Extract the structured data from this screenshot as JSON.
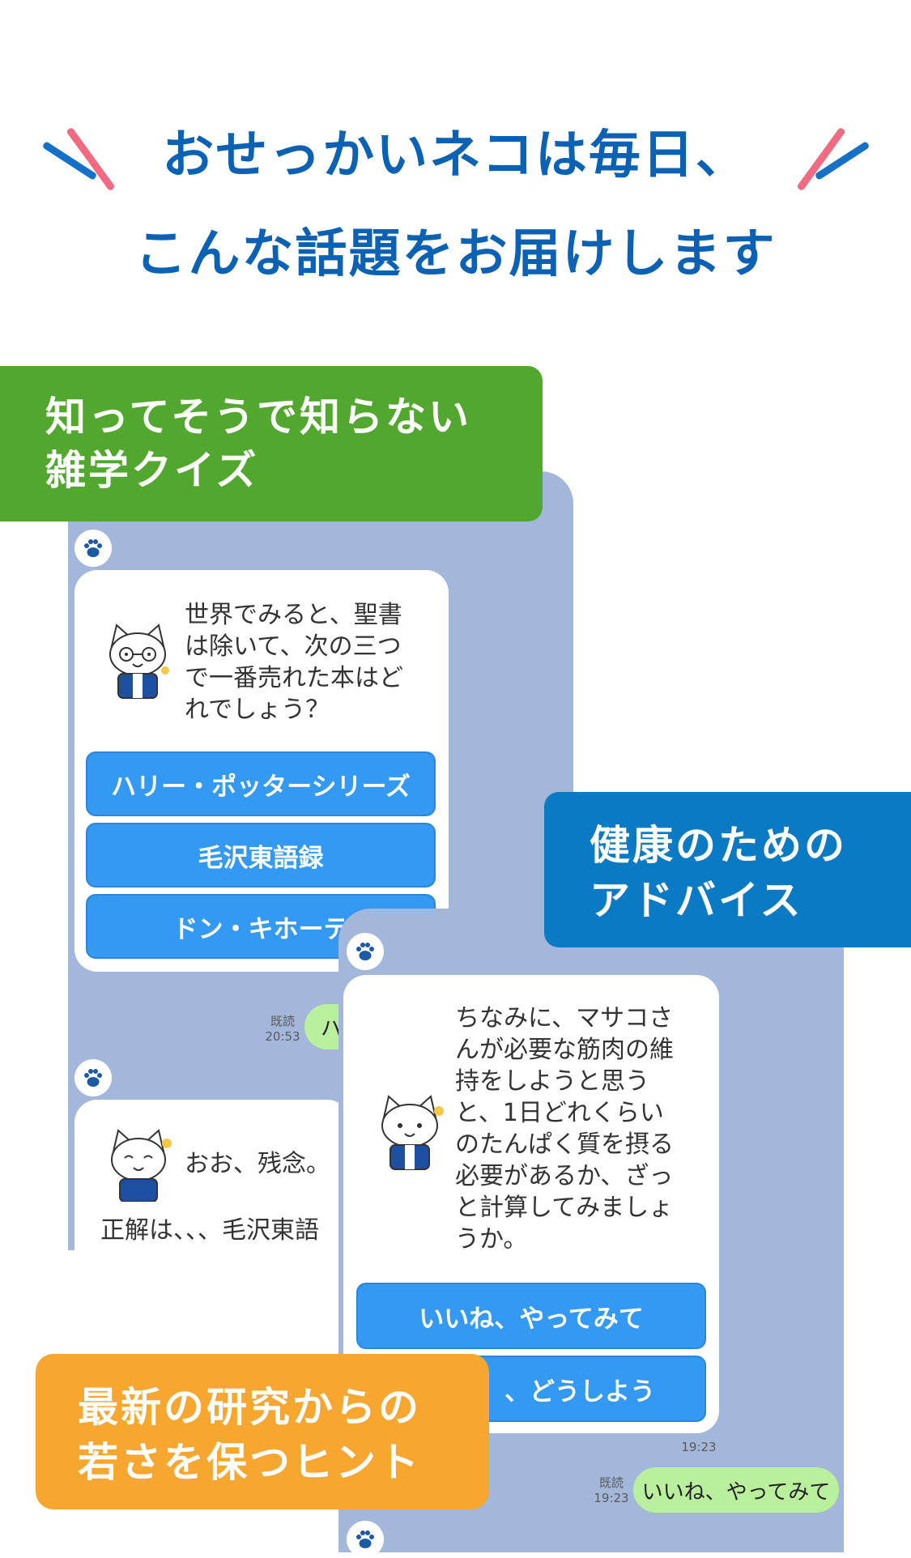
{
  "headline": {
    "line1": "おせっかいネコは毎日、",
    "line2": "こんな話題をお届けします"
  },
  "colors": {
    "brand_blue": "#0b62b4",
    "deco_blue": "#1570c7",
    "deco_pink": "#f16a81",
    "chat_background": "#a2b7d9",
    "button_blue": "#3399f3",
    "green_label": "#52a82f",
    "blue_label": "#0b7ac4",
    "orange_label": "#f7a630",
    "sent_bubble": "#baf09d"
  },
  "labels": {
    "trivia": {
      "line1": "知ってそうで知らない",
      "line2": "雑学クイズ"
    },
    "health": {
      "line1": "健康のための",
      "line2": "アドバイス"
    },
    "research": {
      "line1": "最新の研究からの",
      "line2": "若さを保つヒント"
    }
  },
  "chat1": {
    "question": [
      "世界でみると、聖書",
      "は除いて、次の三つ",
      "で一番売れた本はど",
      "れでしょう？"
    ],
    "options": [
      "ハリー・ポッターシリーズ",
      "毛沢東語録",
      "ドン・キホーテ"
    ],
    "read_label": "既読",
    "time": "20:53",
    "reply_partial": "ハ",
    "response_line1": "おお、残念。",
    "response_line2": "正解は、、、毛沢東語"
  },
  "chat2": {
    "message": [
      "ちなみに、マサコさ",
      "んが必要な筋肉の維",
      "持をしようと思う",
      "と、1日どれくらい",
      "のたんぱく質を摂る",
      "必要があるか、ざっ",
      "と計算してみましょ",
      "うか。"
    ],
    "options": [
      "いいね、やってみて",
      "、どうしよう"
    ],
    "bubble_time": "19:23",
    "read_label": "既読",
    "reply_time": "19:23",
    "reply": "いいね、やってみて"
  },
  "icons": [
    "paw-icon",
    "cat-mascot-icon"
  ]
}
